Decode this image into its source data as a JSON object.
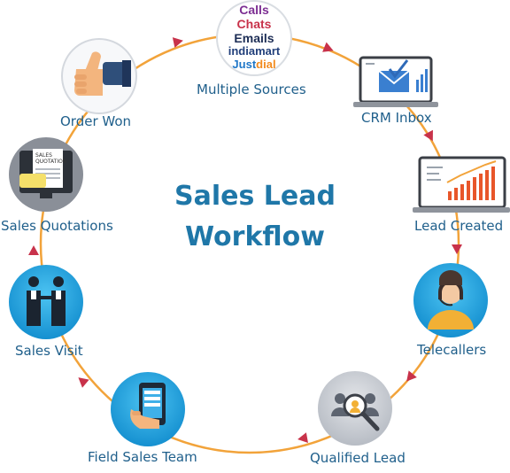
{
  "title": {
    "line1": "Sales Lead",
    "line2": "Workflow"
  },
  "sources": {
    "calls": "Calls",
    "chats": "Chats",
    "emails": "Emails",
    "indiamart": "indiamart",
    "justdial_a": "Just",
    "justdial_b": "dial"
  },
  "steps": {
    "multiple_sources": "Multiple Sources",
    "crm_inbox": "CRM Inbox",
    "lead_created": "Lead Created",
    "telecallers": "Telecallers",
    "qualified_lead": "Qualified Lead",
    "field_sales_team": "Field Sales Team",
    "sales_visit": "Sales Visit",
    "sales_quotations": "Sales Quotations",
    "order_won": "Order Won"
  },
  "quotation_doc": {
    "line1": "SALES",
    "line2": "QUOTATION"
  },
  "colors": {
    "ring": "#f2a33a",
    "arrow": "#c8324a",
    "title": "#1f77a8",
    "label": "#1f5f8b",
    "circle_blue": "#1fa3e0"
  }
}
